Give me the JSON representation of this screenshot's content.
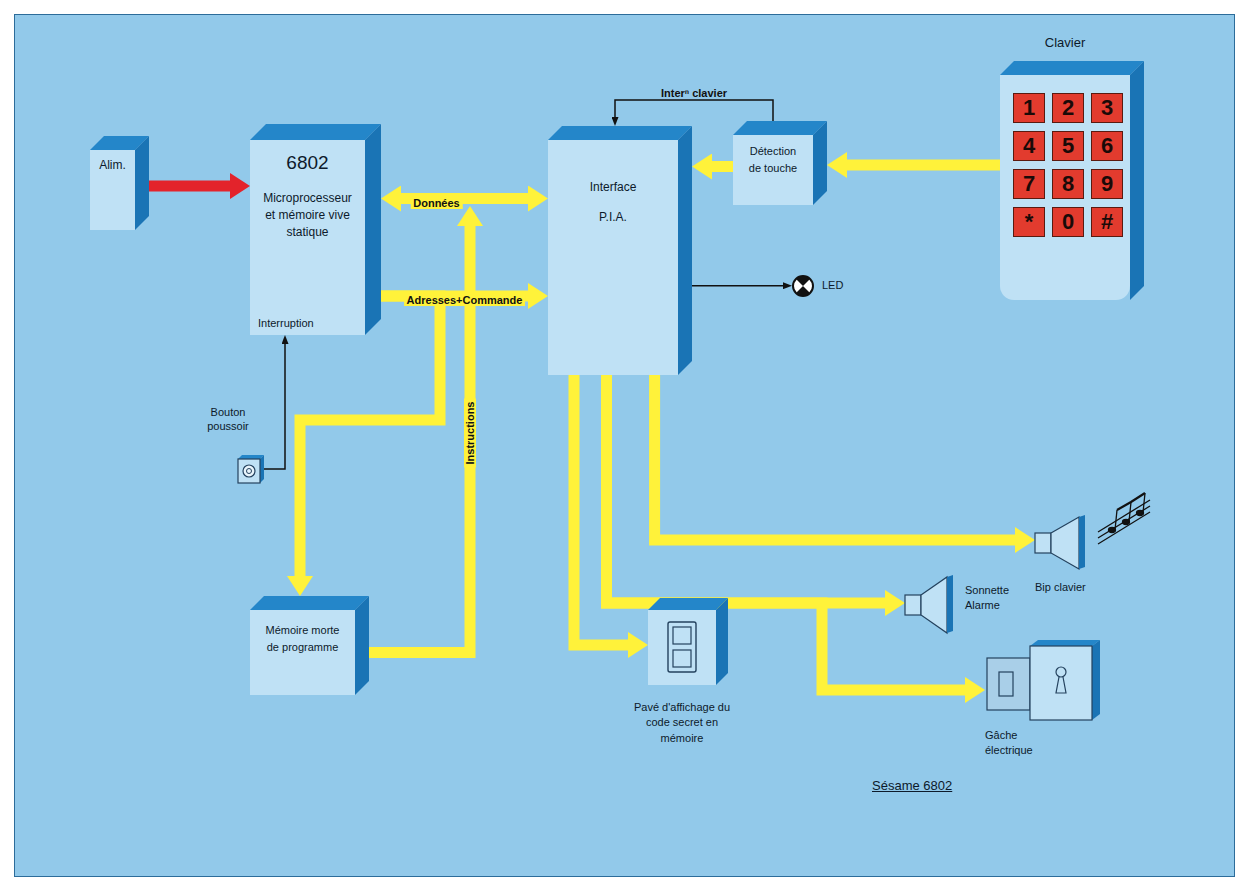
{
  "diagram": {
    "caption": "Sésame 6802",
    "nodes": [
      {
        "text": [
          "Alim."
        ]
      },
      {
        "text": [
          "6802",
          "Microprocesseur et mémoire vive statique",
          "Interruption"
        ]
      },
      {
        "text": [
          "Interface",
          "P.I.A."
        ]
      },
      {
        "text": [
          "Détection de touche"
        ]
      },
      {
        "text": [
          "Clavier"
        ]
      },
      {
        "text": [
          "Bouton poussoir"
        ]
      },
      {
        "text": [
          "Mémoire morte de programme"
        ]
      },
      {
        "text": [
          "Pavé d'affichage du code secret en mémoire"
        ]
      },
      {
        "text": [
          "LED"
        ]
      },
      {
        "text": [
          "Bip clavier"
        ]
      },
      {
        "text": [
          "Sonnette Alarme"
        ]
      },
      {
        "text": [
          "Gâche électrique"
        ]
      }
    ],
    "edges": [
      {
        "from": 0,
        "to": 1,
        "arrow": "to"
      },
      {
        "from": 1,
        "to": 2,
        "arrow": "both",
        "label": "Données"
      },
      {
        "from": 1,
        "to": 2,
        "arrow": "to",
        "label": "Adresses+Commande"
      },
      {
        "from": 1,
        "to": 6,
        "arrow": "to"
      },
      {
        "from": 6,
        "to": 1,
        "arrow": "to",
        "label": "Instructions"
      },
      {
        "from": 4,
        "to": 3,
        "arrow": "to"
      },
      {
        "from": 3,
        "to": 2,
        "arrow": "to"
      },
      {
        "from": 3,
        "to": 2,
        "arrow": "to",
        "label": "Interⁿ clavier"
      },
      {
        "from": 2,
        "to": 8,
        "arrow": "to"
      },
      {
        "from": 2,
        "to": 9,
        "arrow": "to"
      },
      {
        "from": 2,
        "to": 10,
        "arrow": "to"
      },
      {
        "from": 2,
        "to": 11,
        "arrow": "to"
      },
      {
        "from": 2,
        "to": 7,
        "arrow": "to"
      },
      {
        "from": 5,
        "to": 1,
        "arrow": "to"
      }
    ],
    "labels": [
      "1",
      "2",
      "3",
      "4",
      "5",
      "6",
      "7",
      "8",
      "9",
      "*",
      "0",
      "#"
    ]
  }
}
